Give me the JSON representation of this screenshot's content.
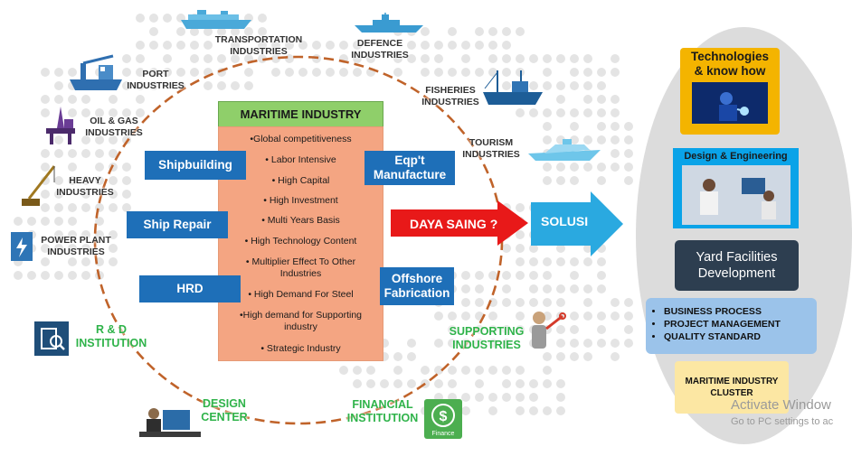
{
  "diagram": {
    "colors": {
      "ellipse": "#c0632a",
      "arrow_red": "#e81919",
      "arrow_blue": "#2aa9e0",
      "box_blue": "#1e6fb8",
      "mi_header": "#8fcf6a",
      "mi_body": "#f4a582",
      "green_text": "#2fb34a"
    },
    "industries": {
      "transportation": "TRANSPORTATION\nINDUSTRIES",
      "defence": "DEFENCE\nINDUSTRIES",
      "port": "PORT\nINDUSTRIES",
      "fisheries": "FISHERIES\nINDUSTRIES",
      "oilgas": "OIL & GAS\nINDUSTRIES",
      "tourism": "TOURISM\nINDUSTRIES",
      "heavy": "HEAVY\nINDUSTRIES",
      "powerplant": "POWER PLANT\nINDUSTRIES",
      "rnd": "R & D\nINSTITUTION",
      "supporting": "SUPPORTING\nINDUSTRIES",
      "design": "DESIGN\nCENTER",
      "financial": "FINANCIAL\nINSTITUTION"
    },
    "maritime": {
      "title": "MARITIME INDUSTRY",
      "items": [
        "•Global competitiveness",
        "• Labor Intensive",
        "• High Capital",
        "• High Investment",
        "• Multi Years Basis",
        "• High Technology Content",
        "• Multiplier Effect To Other\nIndustries",
        "• High Demand For Steel",
        "•High demand for Supporting\nindustry",
        "• Strategic Industry"
      ]
    },
    "boxes": {
      "shipbuilding": "Shipbuilding",
      "shiprepair": "Ship Repair",
      "hrd": "HRD",
      "eqpt": "Eqp't\nManufacture",
      "offshore": "Offshore\nFabrication"
    },
    "daya_saing": "DAYA SAING ?",
    "solusi": "SOLUSI",
    "solutions": {
      "tech": "Technologies\n& know how",
      "design_eng": "Design & Engineering",
      "yard": "Yard Facilities\nDevelopment",
      "process": [
        "BUSINESS PROCESS",
        "PROJECT MANAGEMENT",
        "QUALITY STANDARD"
      ],
      "cluster": "MARITIME INDUSTRY\nCLUSTER"
    },
    "finance_badge": "Finance",
    "watermark": {
      "line1": "Activate Window",
      "line2": "Go to PC settings to ac"
    }
  }
}
